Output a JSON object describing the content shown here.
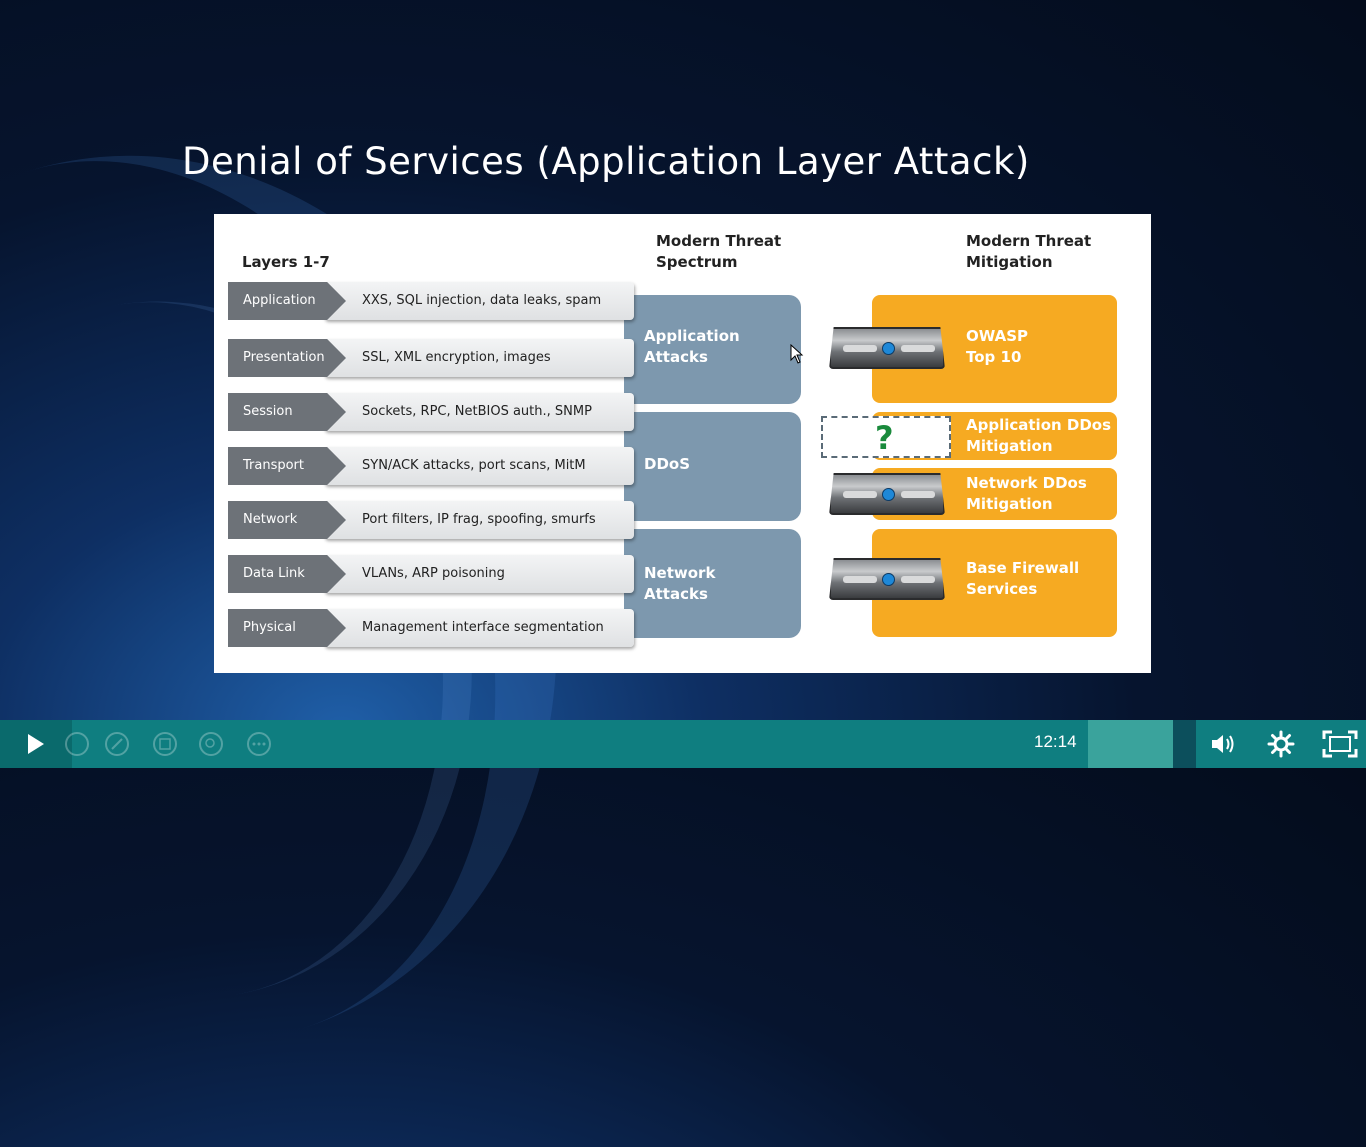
{
  "slide": {
    "title": "Denial of Services (Application Layer Attack)"
  },
  "figure": {
    "headings": {
      "layers": "Layers 1-7",
      "spectrum_line1": "Modern Threat",
      "spectrum_line2": "Spectrum",
      "mitigation_line1": "Modern Threat",
      "mitigation_line2": "Mitigation"
    },
    "layers": [
      {
        "name": "Application",
        "desc": "XXS, SQL injection, data leaks, spam"
      },
      {
        "name": "Presentation",
        "desc": "SSL, XML encryption, images"
      },
      {
        "name": "Session",
        "desc": "Sockets, RPC, NetBIOS auth., SNMP"
      },
      {
        "name": "Transport",
        "desc": "SYN/ACK attacks, port scans, MitM"
      },
      {
        "name": "Network",
        "desc": "Port filters, IP frag, spoofing, smurfs"
      },
      {
        "name": "Data Link",
        "desc": "VLANs, ARP poisoning"
      },
      {
        "name": "Physical",
        "desc": "Management interface segmentation"
      }
    ],
    "spectrum": {
      "application_line1": "Application",
      "application_line2": "Attacks",
      "ddos": "DDoS",
      "network_line1": "Network",
      "network_line2": "Attacks"
    },
    "mitigation": {
      "owasp_line1": "OWASP",
      "owasp_line2": "Top 10",
      "app_ddos_line1": "Application DDos",
      "app_ddos_line2": "Mitigation",
      "net_ddos_line1": "Network DDos",
      "net_ddos_line2": "Mitigation",
      "firewall_line1": "Base Firewall",
      "firewall_line2": "Services"
    },
    "question_mark": "?"
  },
  "player": {
    "time": "12:14",
    "icons": {
      "play": "play-icon",
      "volume": "volume-icon",
      "settings": "gear-icon",
      "fullscreen": "fullscreen-icon"
    },
    "colors": {
      "bar": "#0f7e80",
      "progress": "#3aa39c"
    }
  }
}
